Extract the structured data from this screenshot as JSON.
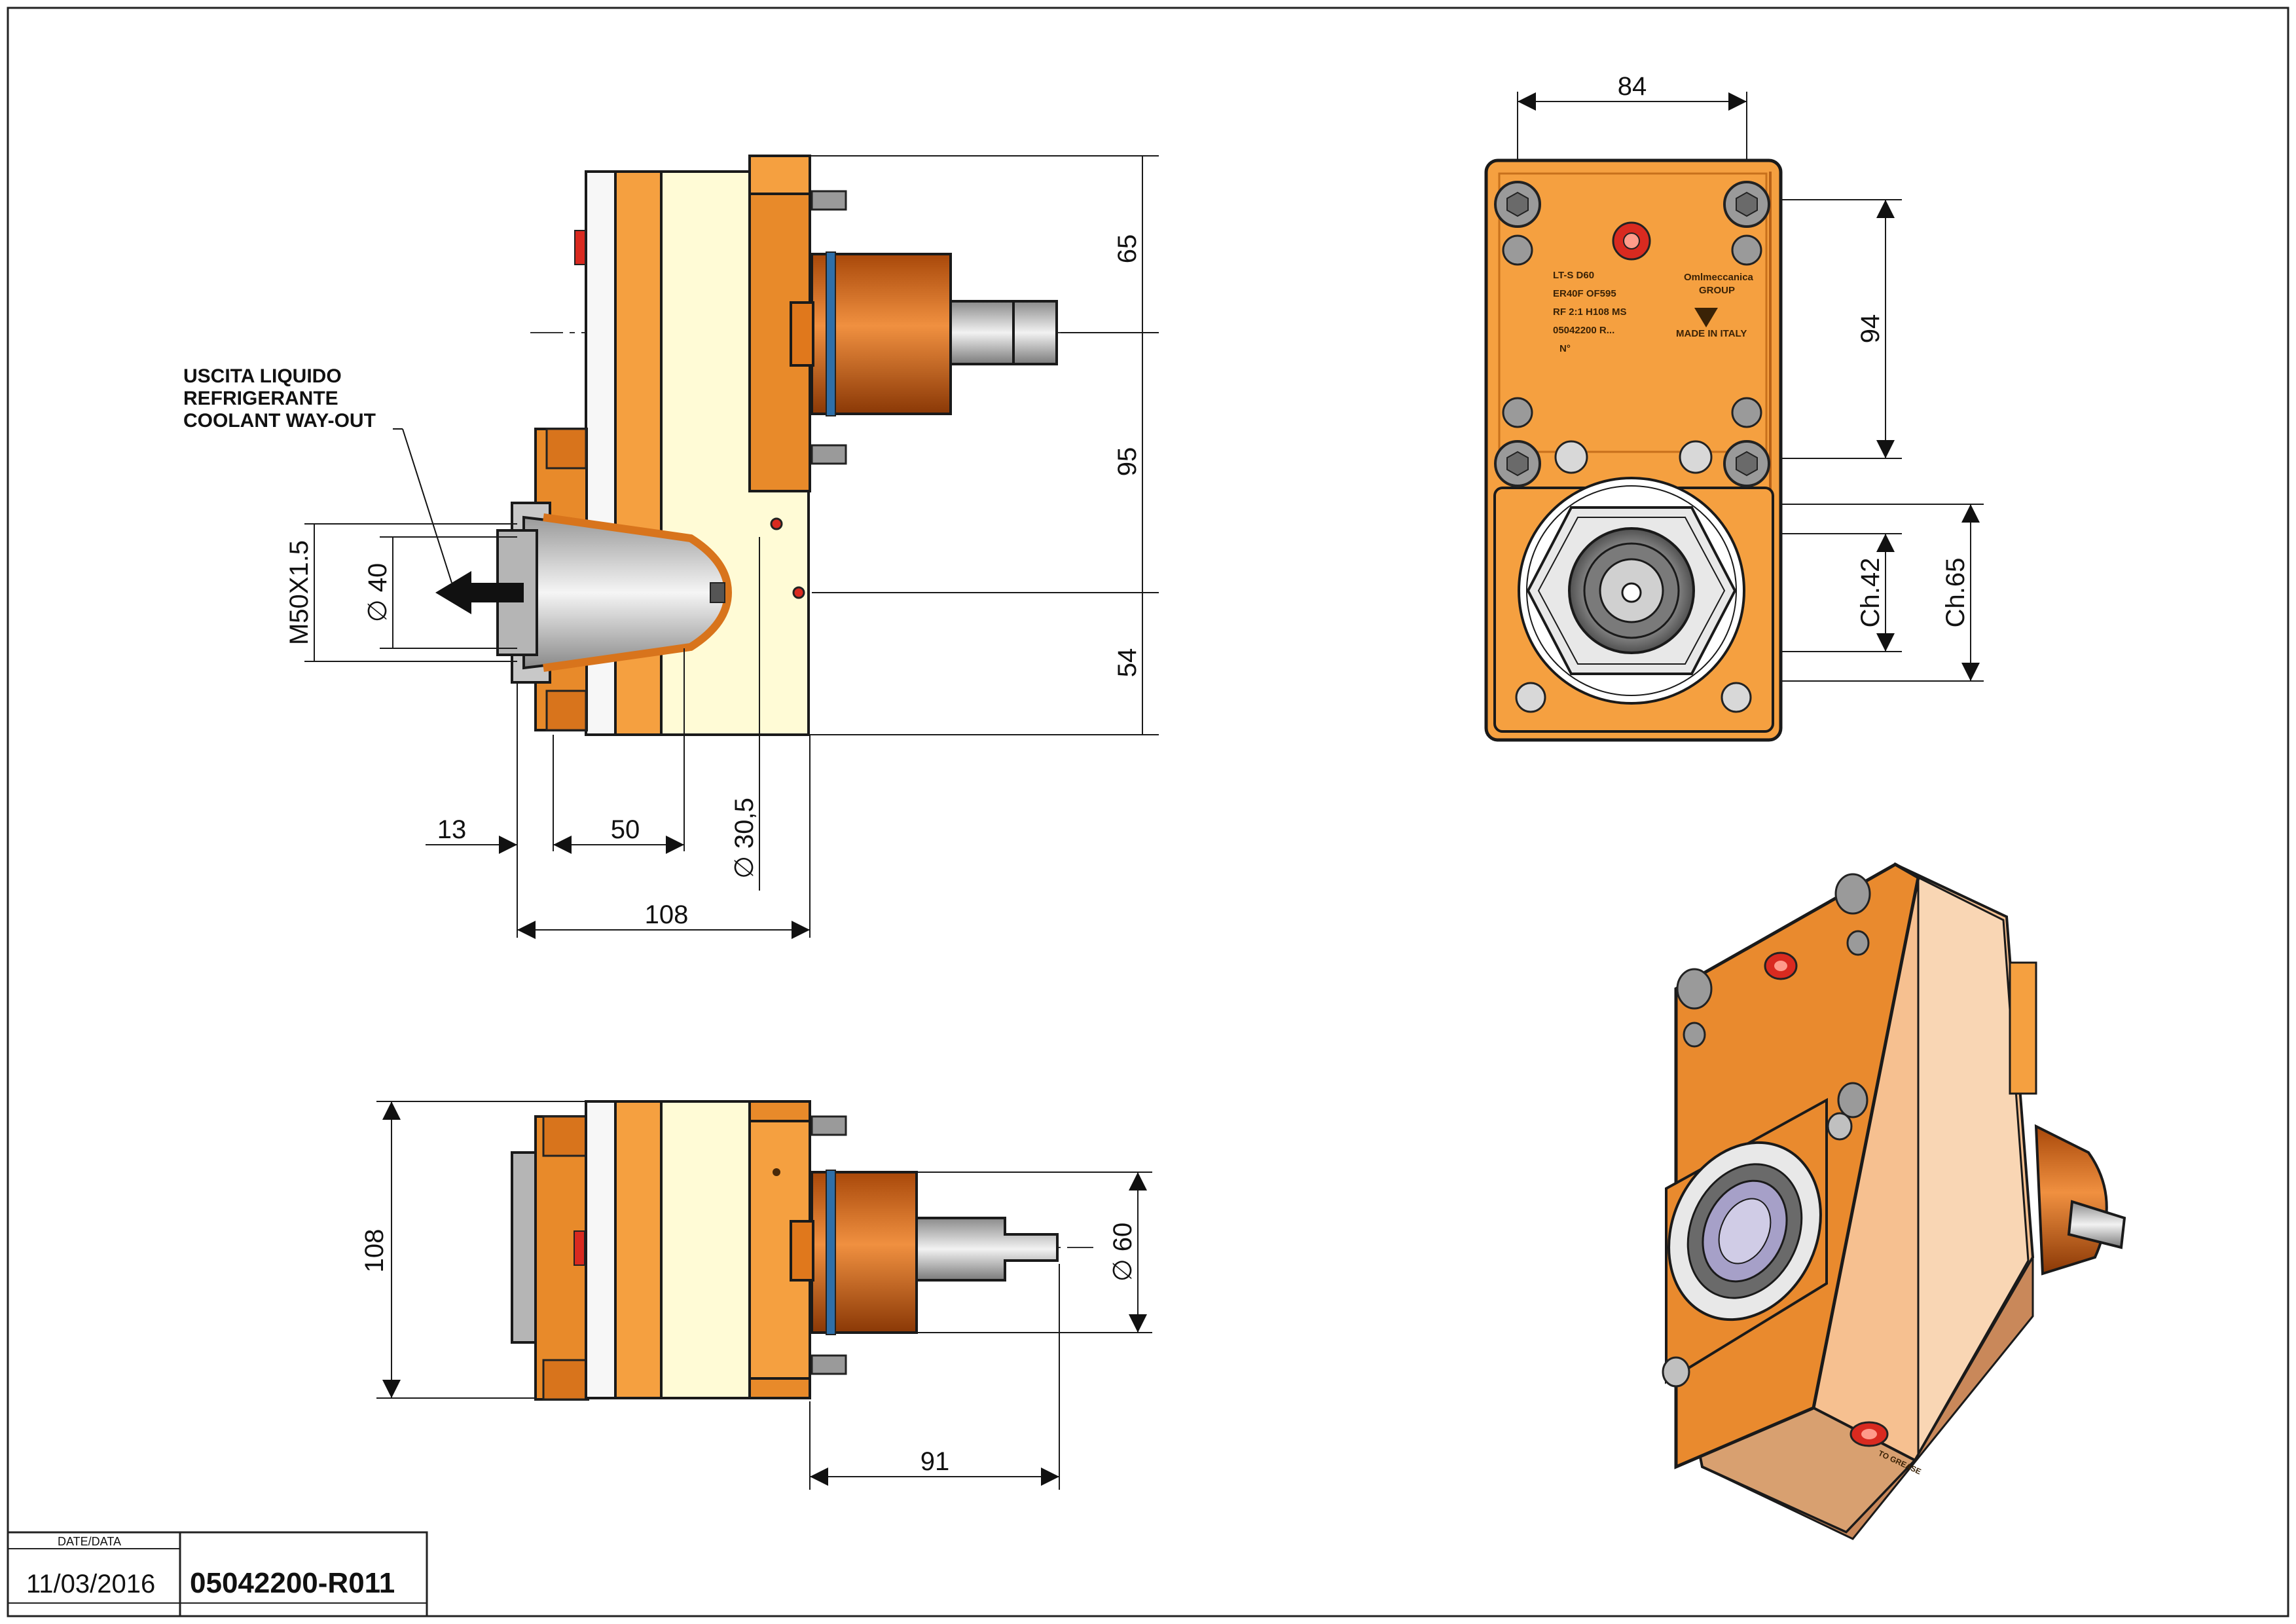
{
  "notes": {
    "coolant_line1": "USCITA LIQUIDO",
    "coolant_line2": "REFRIGERANTE",
    "coolant_line3": "COOLANT WAY-OUT"
  },
  "side_view": {
    "dims": {
      "d65": "65",
      "d95": "95",
      "d54": "54",
      "d13": "13",
      "d50": "50",
      "d30_5": "∅ 30,5",
      "d108": "108",
      "thread": "M50X1.5",
      "d40": "∅ 40"
    }
  },
  "front_view": {
    "dims": {
      "d84": "84",
      "d94": "94",
      "ch42": "Ch.42",
      "ch65": "Ch.65"
    },
    "plate": {
      "line1": "LT-S D60",
      "line2": "ER40F OF595",
      "line3": "RF 2:1 H108 MS",
      "line4": "05042200 R...",
      "line5": "N°",
      "brand_mark": "Omlmeccanica",
      "brand_sub": "GROUP",
      "made_in": "MADE IN ITALY"
    }
  },
  "top_view": {
    "dims": {
      "d108": "108",
      "d60": "∅ 60",
      "d91": "91"
    }
  },
  "iso_view": {
    "grease_label": "TO GREASE"
  },
  "title_block": {
    "date_label": "DATE/DATA",
    "date": "11/03/2016",
    "code": "05042200-R011"
  },
  "colors": {
    "orange_body": "#f5a040",
    "orange_dark": "#d8741c",
    "cream": "#fffbd6",
    "steel": "#bfbfbf",
    "red_port": "#d92a20",
    "blue_ring": "#2f6fa8"
  }
}
